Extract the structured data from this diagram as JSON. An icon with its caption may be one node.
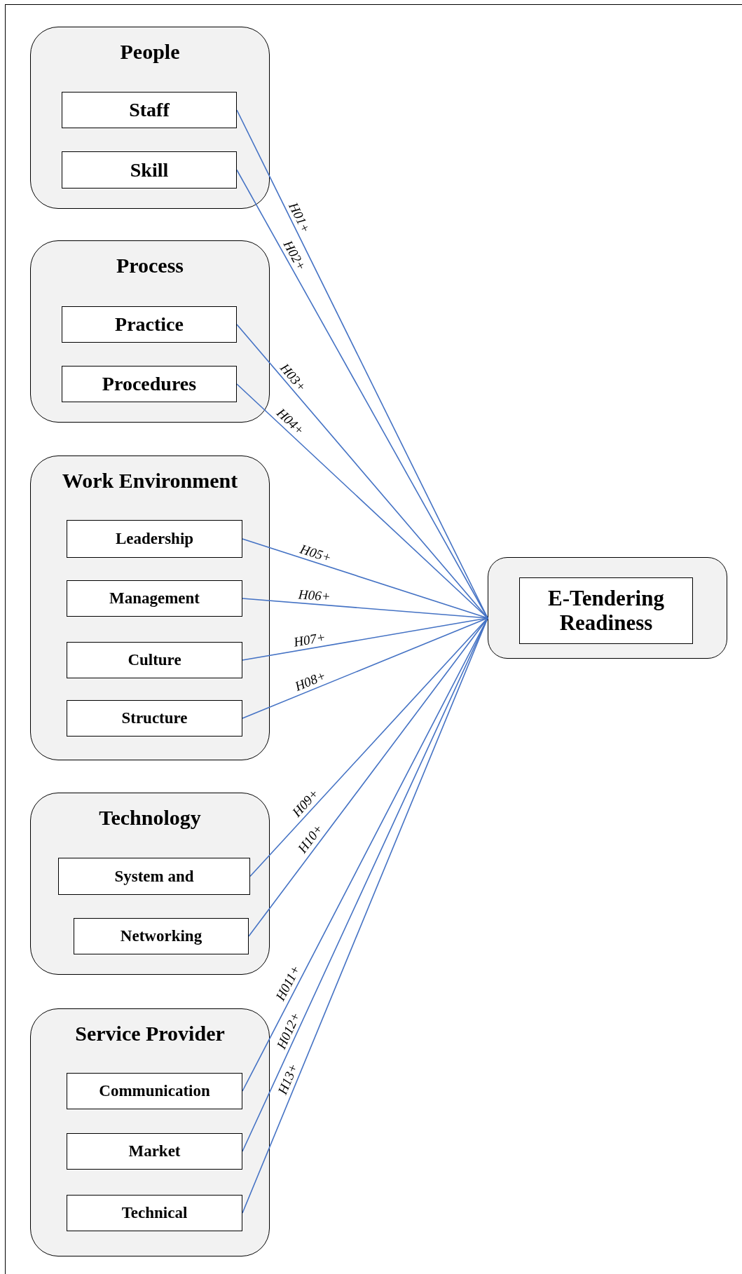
{
  "diagram": {
    "nodes": [
      {
        "text": [
          "People"
        ]
      },
      {
        "text": [
          "Staff"
        ],
        "in": 0
      },
      {
        "text": [
          "Skill"
        ],
        "in": 0
      },
      {
        "text": [
          "Process"
        ]
      },
      {
        "text": [
          "Practice"
        ],
        "in": 3
      },
      {
        "text": [
          "Procedures"
        ],
        "in": 3
      },
      {
        "text": [
          "Work Environment"
        ]
      },
      {
        "text": [
          "Leadership"
        ],
        "in": 6
      },
      {
        "text": [
          "Management"
        ],
        "in": 6
      },
      {
        "text": [
          "Culture"
        ],
        "in": 6
      },
      {
        "text": [
          "Structure"
        ],
        "in": 6
      },
      {
        "text": [
          "Technology"
        ]
      },
      {
        "text": [
          "System and"
        ],
        "in": 11
      },
      {
        "text": [
          "Networking"
        ],
        "in": 11
      },
      {
        "text": [
          "Service Provider"
        ]
      },
      {
        "text": [
          "Communication"
        ],
        "in": 14
      },
      {
        "text": [
          "Market"
        ],
        "in": 14
      },
      {
        "text": [
          "Technical"
        ],
        "in": 14
      },
      {
        "text": [],
        "shape": "box"
      },
      {
        "text": [
          "E-Tendering Readiness"
        ],
        "in": 18
      }
    ],
    "edges": [
      {
        "from": 1,
        "to": 18,
        "arrow": "none",
        "label": "H01+"
      },
      {
        "from": 2,
        "to": 18,
        "arrow": "none",
        "label": "H02+"
      },
      {
        "from": 4,
        "to": 18,
        "arrow": "none",
        "label": "H03+"
      },
      {
        "from": 5,
        "to": 18,
        "arrow": "none",
        "label": "H04+"
      },
      {
        "from": 7,
        "to": 18,
        "arrow": "none",
        "label": "H05+"
      },
      {
        "from": 8,
        "to": 18,
        "arrow": "none",
        "label": "H06+"
      },
      {
        "from": 9,
        "to": 18,
        "arrow": "none",
        "label": "H07+"
      },
      {
        "from": 10,
        "to": 18,
        "arrow": "none",
        "label": "H08+"
      },
      {
        "from": 12,
        "to": 18,
        "arrow": "none",
        "label": "H09+"
      },
      {
        "from": 13,
        "to": 18,
        "arrow": "none",
        "label": "H10+"
      },
      {
        "from": 15,
        "to": 18,
        "arrow": "none",
        "label": "H011+"
      },
      {
        "from": 16,
        "to": 18,
        "arrow": "none",
        "label": "H012+"
      },
      {
        "from": 17,
        "to": 18,
        "arrow": "none",
        "label": "H13+"
      }
    ]
  }
}
